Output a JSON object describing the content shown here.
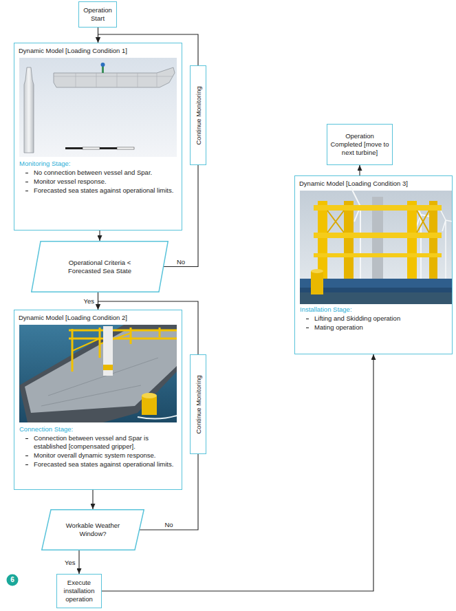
{
  "diagram": {
    "nodes": [
      {
        "text": [
          "Operation Start"
        ]
      },
      {
        "text": [
          "Dynamic Model [Loading Condition 1]",
          "Monitoring Stage:",
          "No connection between vessel and Spar.",
          "Monitor vessel response.",
          "Forecasted sea states against operational limits."
        ]
      },
      {
        "text": [
          "Continue Monitoring"
        ]
      },
      {
        "text": [
          "Operational Criteria < Forecasted Sea State"
        ]
      },
      {
        "text": [
          "Dynamic Model [Loading Condition 2]",
          "Connection Stage:",
          "Connection between vessel and Spar is established [compensated gripper].",
          "Monitor overall dynamic system response.",
          "Forecasted sea states against operational limits."
        ]
      },
      {
        "text": [
          "Continue Monitoring"
        ]
      },
      {
        "text": [
          "Workable Weather Window?"
        ]
      },
      {
        "text": [
          "Execute installation operation"
        ]
      },
      {
        "text": [
          "Operation Completed [move to next turbine]"
        ]
      },
      {
        "text": [
          "Dynamic Model [Loading Condition 3]",
          "Installation Stage:",
          "Lifting and Skidding operation",
          "Mating operation"
        ]
      }
    ],
    "edges": [
      {
        "from": 0,
        "to": 1,
        "arrow": "to"
      },
      {
        "from": 1,
        "to": 3,
        "arrow": "to"
      },
      {
        "from": 3,
        "to": 2,
        "label": "No",
        "arrow": "none"
      },
      {
        "from": 2,
        "to": 1,
        "arrow": "to"
      },
      {
        "from": 3,
        "to": 4,
        "label": "Yes",
        "arrow": "to"
      },
      {
        "from": 4,
        "to": 6,
        "arrow": "to"
      },
      {
        "from": 6,
        "to": 5,
        "label": "No",
        "arrow": "none"
      },
      {
        "from": 5,
        "to": 4,
        "arrow": "to"
      },
      {
        "from": 6,
        "to": 7,
        "label": "Yes",
        "arrow": "to"
      },
      {
        "from": 7,
        "to": 9,
        "arrow": "to"
      },
      {
        "from": 9,
        "to": 8,
        "arrow": "to"
      }
    ],
    "labels": [
      "6"
    ]
  }
}
